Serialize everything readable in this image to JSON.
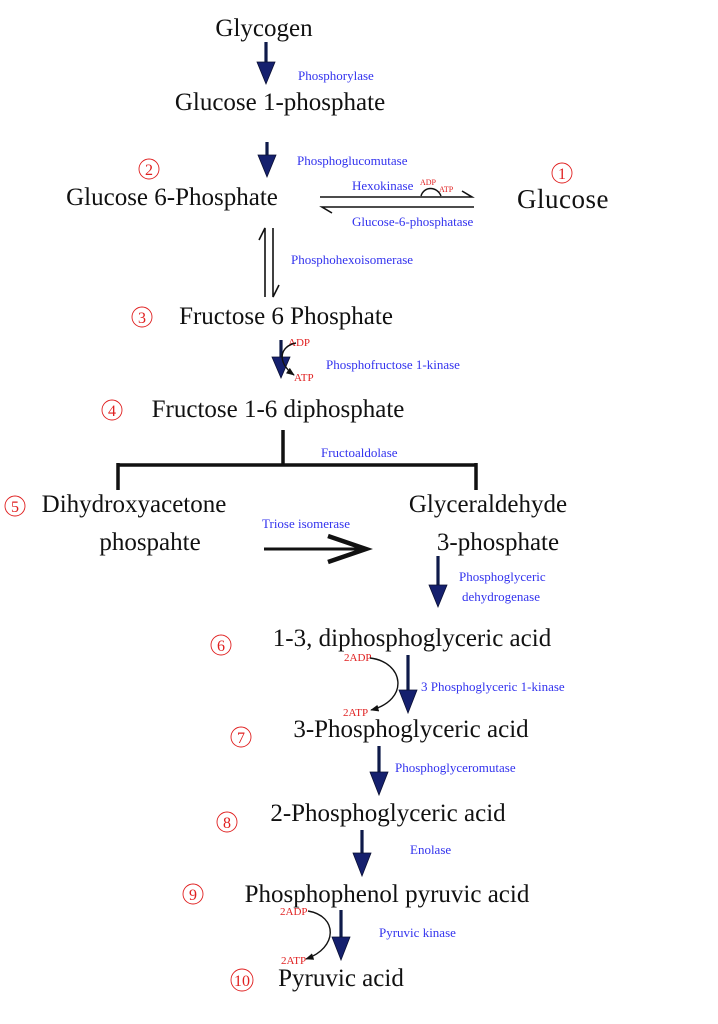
{
  "metabolites": {
    "glycogen": "Glycogen",
    "glucose_1_phosphate": "Glucose 1-phosphate",
    "glucose_6_phosphate": "Glucose 6-Phosphate",
    "glucose": "Glucose",
    "fructose_6_phosphate": "Fructose 6 Phosphate",
    "fructose_1_6_diphosphate": "Fructose 1-6 diphosphate",
    "dihydroxyacetone_line1": "Dihydroxyacetone",
    "dihydroxyacetone_line2": "phospahte",
    "glyceraldehyde_line1": "Glyceraldehyde",
    "glyceraldehyde_line2": "3-phosphate",
    "diphosphoglyceric_acid": "1-3, diphosphoglyceric acid",
    "phosphoglyceric_acid_3": "3-Phosphoglyceric acid",
    "phosphoglyceric_acid_2": "2-Phosphoglyceric acid",
    "phosphophenol_pyruvic_acid": "Phosphophenol pyruvic acid",
    "pyruvic_acid": "Pyruvic acid"
  },
  "enzymes": {
    "phosphorylase": "Phosphorylase",
    "phosphoglucomutase": "Phosphoglucomutase",
    "hexokinase": "Hexokinase",
    "glucose_6_phosphatase": "Glucose-6-phosphatase",
    "phosphohexoisomerase": "Phosphohexoisomerase",
    "phosphofructose_1_kinase": "Phosphofructose 1-kinase",
    "fructoaldolase": "Fructoaldolase",
    "triose_isomerase": "Triose isomerase",
    "phosphoglyceric_dehydrogenase_line1": "Phosphoglyceric",
    "phosphoglyceric_dehydrogenase_line2": "dehydrogenase",
    "phosphoglyceric_1_kinase": "3 Phosphoglyceric 1-kinase",
    "phosphoglyceromutase": "Phosphoglyceromutase",
    "enolase": "Enolase",
    "pyruvic_kinase": "Pyruvic kinase"
  },
  "cofactors": {
    "hexokinase_adp": "ADP",
    "hexokinase_atp": "ATP",
    "pfk_adp": "ADP",
    "pfk_atp": "ATP",
    "pgk_adp": "2ADP",
    "pgk_atp": "2ATP",
    "pk_adp": "2ADP",
    "pk_atp": "2ATP"
  },
  "step_numbers": [
    "1",
    "2",
    "3",
    "4",
    "5",
    "6",
    "7",
    "8",
    "9",
    "10"
  ],
  "colors": {
    "metabolite_text": "#111111",
    "enzyme_text": "#3333ee",
    "cofactor_text": "#e02020",
    "step_number": "#e02020",
    "arrow": "#15206e"
  }
}
